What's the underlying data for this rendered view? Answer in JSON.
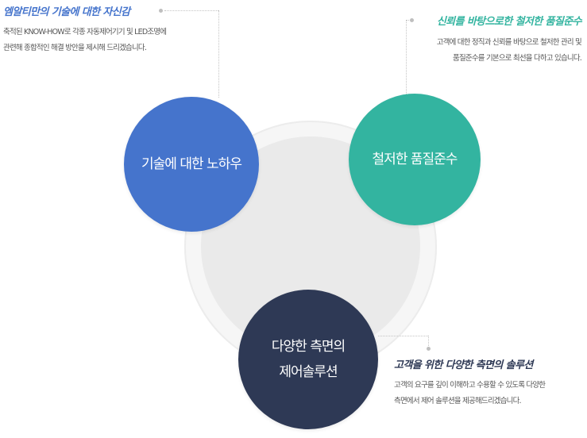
{
  "blocks": [
    {
      "heading": "엠알티만의 기술에 대한 자신감",
      "desc": [
        "축적된 KNOW-HOW로 각종 자동제어기기 및 LED조명에",
        "관련해 종합적인 해결 방안을 제시해 드리겠습니다."
      ],
      "circle": [
        "기술에 대한 노하우"
      ],
      "color": "#4574cc",
      "heading_color": "#4574cc"
    },
    {
      "heading": "신뢰를 바탕으로한 철저한 품질준수",
      "desc": [
        "고객에 대한 정직과 신뢰를 바탕으로 철저한 관리 및",
        "품질준수를 기본으로 최선을 다하고 있습니다."
      ],
      "circle": [
        "철저한 품질준수"
      ],
      "color": "#33b4a0",
      "heading_color": "#33b4a0"
    },
    {
      "heading": "고객을 위한 다양한 측면의 솔루션",
      "desc": [
        "고객의 요구를 깊이 이해하고 수용할 수 있도록 다양한",
        "측면에서 제어 솔루션을 제공해드리겠습니다."
      ],
      "circle": [
        "다양한 측면의",
        "제어솔루션"
      ],
      "color": "#2e3955",
      "heading_color": "#2e3955"
    }
  ]
}
